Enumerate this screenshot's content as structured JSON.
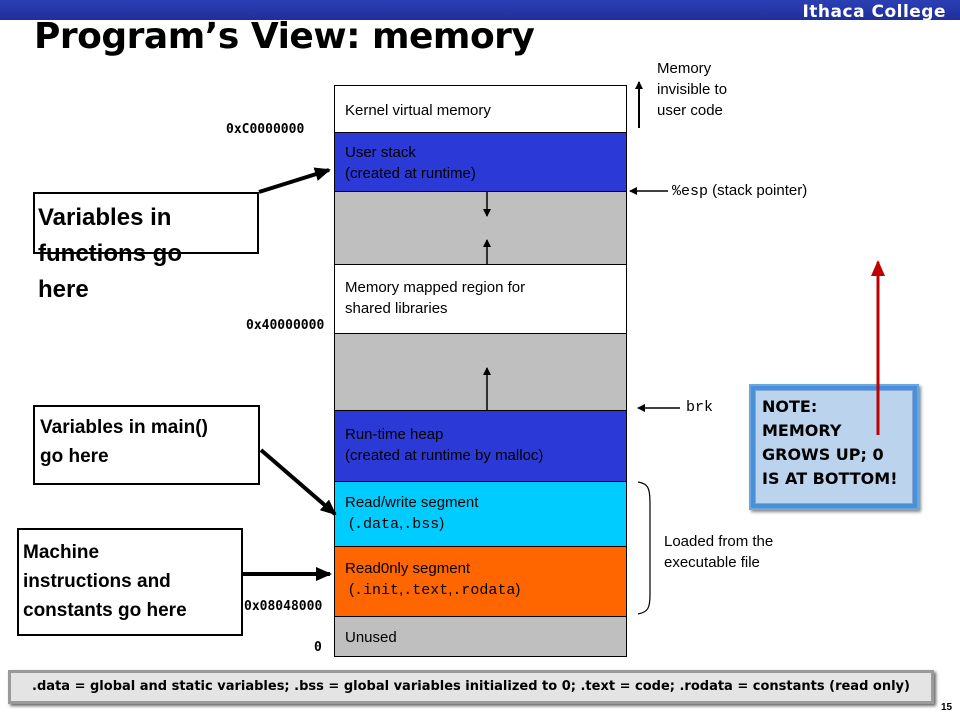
{
  "header": {
    "brand": "Ithaca College",
    "title": "Program’s View: memory"
  },
  "segments": {
    "kernel": "Kernel virtual memory",
    "stack_line1": "User stack",
    "stack_line2": "(created at runtime)",
    "mmap_line1": "Memory mapped region for",
    "mmap_line2": "shared libraries",
    "heap_line1": "Run-time heap",
    "heap_line2": "(created at runtime by malloc)",
    "rw_line1": "Read/write segment",
    "rw_data": ".data",
    "rw_sep": ",",
    "rw_bss": ".bss",
    "ro_line1": "Read0nly segment",
    "ro_init": ".init",
    "ro_sep1": ",",
    "ro_text": ".text",
    "ro_sep2": ",",
    "ro_rodata": ".rodata",
    "paren_open": "(",
    "paren_close": ")",
    "unused": "Unused"
  },
  "addresses": {
    "a1": "0xC0000000",
    "a2": "0x40000000",
    "a3": "0x08048000",
    "a4": "0"
  },
  "annotations": {
    "invisible_l1": "Memory",
    "invisible_l2": "invisible to",
    "invisible_l3": "user code",
    "esp_reg": "%esp",
    "esp_desc": " (stack pointer)",
    "brk": "brk",
    "loaded_l1": "Loaded from the",
    "loaded_l2": "executable file"
  },
  "callouts": {
    "functions_l1": "Variables in",
    "functions_l2": "functions go",
    "functions_l3": "here",
    "main_l1": "Variables in main()",
    "main_l2": "go here",
    "machine_l1": "Machine",
    "machine_l2": "instructions and",
    "machine_l3": "constants go here"
  },
  "note": {
    "l1": "NOTE:",
    "l2": "MEMORY",
    "l3": "GROWS UP; 0",
    "l4": "IS AT BOTTOM!"
  },
  "footnote": ".data = global and static variables; .bss = global variables initialized to 0; .text = code; .rodata = constants (read only)",
  "page_number": "15",
  "colors": {
    "segment_blue": "#2b3ad6",
    "segment_cyan": "#00ccff",
    "segment_orange": "#ff6600",
    "segment_gray": "#bfbfbf",
    "arrow_red": "#c00000"
  }
}
